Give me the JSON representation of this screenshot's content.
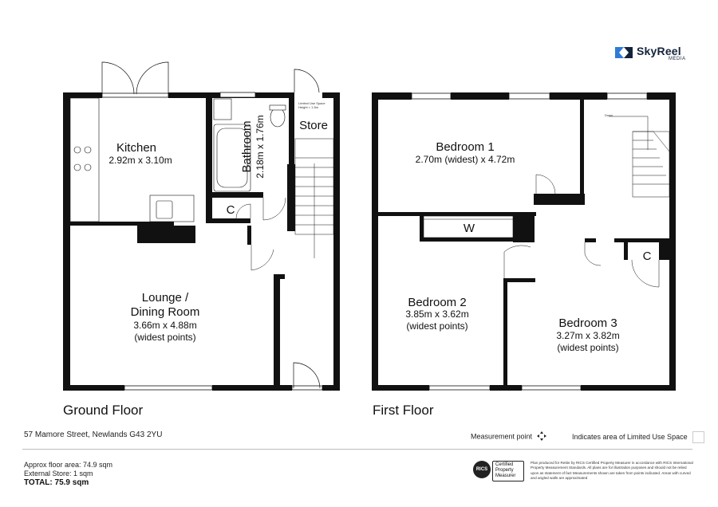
{
  "brand": {
    "name": "SkyReel",
    "sub": "MEDIA"
  },
  "floors": {
    "ground": {
      "label": "Ground Floor",
      "rooms": {
        "kitchen": {
          "name": "Kitchen",
          "dims": "2.92m x 3.10m"
        },
        "bathroom": {
          "name": "Bathroom",
          "dims": "2.18m x 1.76m"
        },
        "store": {
          "name": "Store"
        },
        "cupboard": {
          "name": "C"
        },
        "lounge": {
          "name_line1": "Lounge /",
          "name_line2": "Dining Room",
          "dims": "3.66m x 4.88m",
          "note": "(widest points)"
        }
      },
      "small_notes": {
        "limited_use_line1": "Limited Use Space",
        "limited_use_line2": "Height < 1.5m"
      }
    },
    "first": {
      "label": "First Floor",
      "rooms": {
        "bedroom1": {
          "name": "Bedroom 1",
          "dims": "2.70m (widest) x 4.72m"
        },
        "wardrobe": {
          "name": "W"
        },
        "bedroom2": {
          "name": "Bedroom 2",
          "dims": "3.85m x 3.62m",
          "note": "(widest points)"
        },
        "bedroom3": {
          "name": "Bedroom 3",
          "dims": "3.27m x 3.82m",
          "note": "(widest points)"
        },
        "cupboard": {
          "name": "C"
        }
      },
      "small_notes": {
        "stair_down": "Down"
      }
    }
  },
  "address": "57 Mamore Street, Newlands G43 2YU",
  "areas": {
    "approx_floor_area": "Approx floor area: 74.9 sqm",
    "external_store": "External Store: 1 sqm",
    "total": "TOTAL: 75.9 sqm"
  },
  "legend": {
    "measurement_point": "Measurement point",
    "limited_use": "Indicates area of  Limited Use Space"
  },
  "rics": {
    "mark": "RICS",
    "badge_line1": "Certified",
    "badge_line2": "Property",
    "badge_line3": "Measurer"
  },
  "disclaimer": "Plan produced for Rettie by RICS Certified Property Measurer in accordance with RICS International Property Measurement Standards. All plans are for illustration purposes and should not be relied upon as statement of fact Measurements shown are taken from points indicated. Areas with curved and angled walls are approximated",
  "colors": {
    "wall": "#111111",
    "brand": "#14233c",
    "brand_accent": "#2e7bd6",
    "rule": "#bbbbbb"
  }
}
